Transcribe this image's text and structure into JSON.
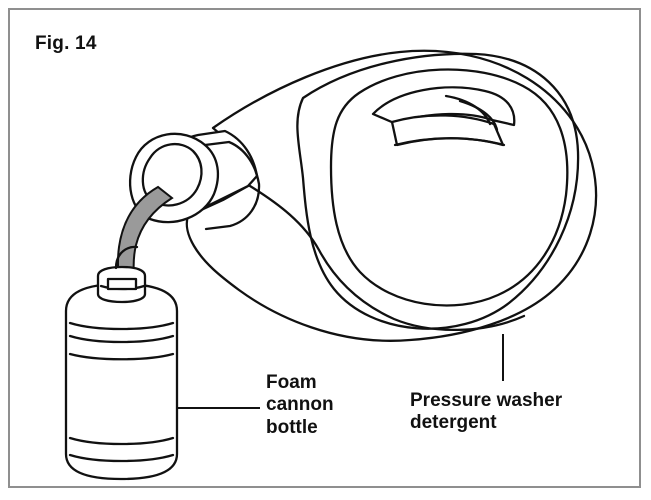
{
  "figure": {
    "title": "Fig. 14",
    "labels": {
      "foam_cannon_bottle": "Foam\ncannon\nbottle",
      "pressure_washer_detergent": "Pressure washer\ndetergent"
    }
  },
  "colors": {
    "frame": "#8f8f8f",
    "ink": "#111111",
    "background": "#ffffff",
    "pour": "#9a9a9a"
  },
  "icons": {
    "detergent_jug": "detergent-jug-icon",
    "foam_cannon_bottle": "foam-cannon-bottle-icon",
    "pouring_stream": "pouring-stream-icon"
  }
}
